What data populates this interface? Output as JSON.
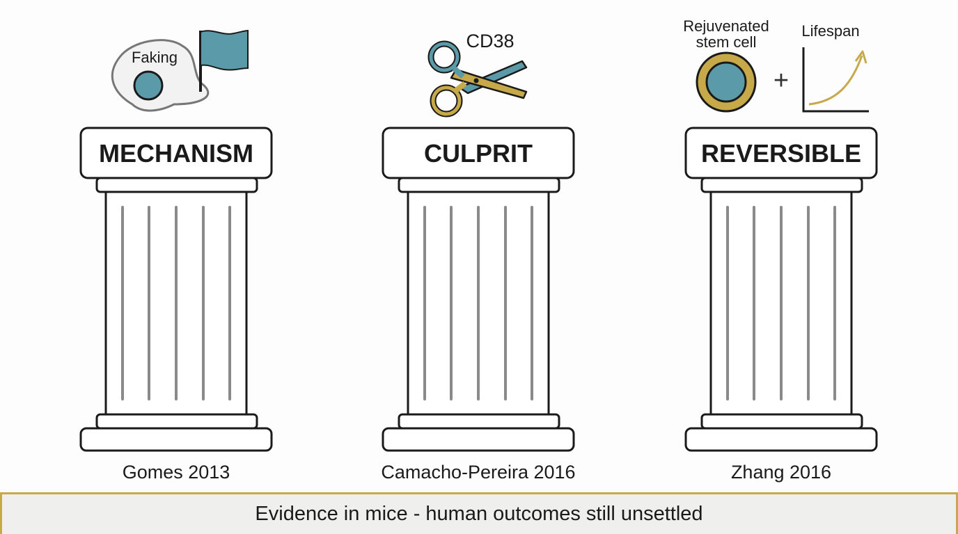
{
  "pillars": [
    {
      "label": "MECHANISM",
      "citation": "Gomes 2013",
      "icon": "fried-egg-flag-icon",
      "icon_text": "Faking"
    },
    {
      "label": "CULPRIT",
      "citation": "Camacho-Pereira 2016",
      "icon": "scissors-icon",
      "icon_text": "CD38"
    },
    {
      "label": "REVERSIBLE",
      "citation": "Zhang 2016",
      "icon": "stem-cell-lifespan-icon",
      "icon_text_line1": "Rejuvenated",
      "icon_text_line2": "stem cell",
      "plus": "+",
      "graph_label": "Lifespan"
    }
  ],
  "footer": {
    "text": "Evidence in mice - human outcomes still unsettled"
  },
  "colors": {
    "teal": "#5b9aa8",
    "gold": "#c7a94a",
    "ink": "#1a1a1a",
    "flute": "#8a8a8a"
  }
}
